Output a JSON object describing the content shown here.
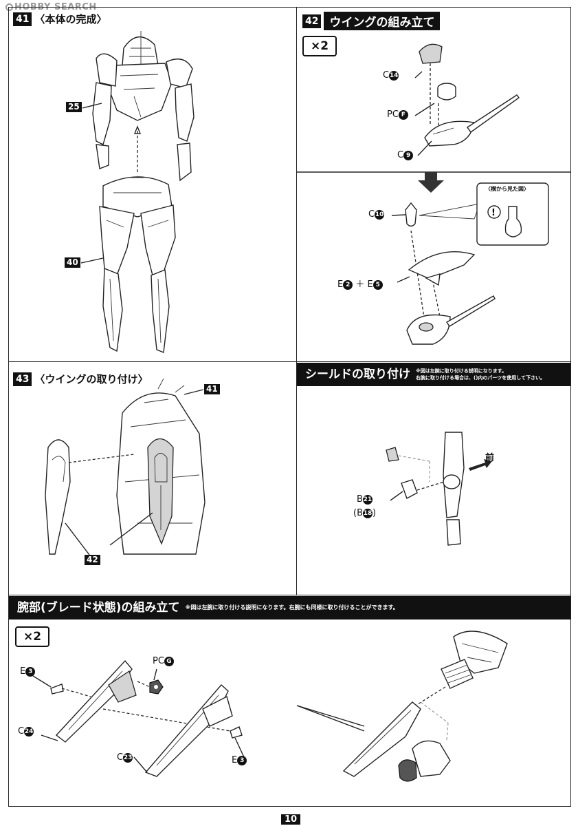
{
  "watermark": "HOBBY SEARCH",
  "page_number": "10",
  "step41": {
    "number": "41",
    "title": "〈本体の完成〉",
    "part_upper": "25",
    "part_lower": "40"
  },
  "step42": {
    "number": "42",
    "title": "ウイングの組み立て",
    "quantity": "×2",
    "parts": {
      "c14": {
        "letter": "C",
        "num": "14"
      },
      "pcf": {
        "letter": "PC",
        "num": "F"
      },
      "c9": {
        "letter": "C",
        "num": "9"
      },
      "c10": {
        "letter": "C",
        "num": "10"
      },
      "e2": {
        "letter": "E",
        "num": "2"
      },
      "plus": "＋",
      "e5": {
        "letter": "E",
        "num": "5"
      }
    },
    "side_view_label": "〈横から見た図〉",
    "warning_icon": "exclamation-circle-icon"
  },
  "step43": {
    "number": "43",
    "title": "〈ウイングの取り付け〉",
    "part_body": "41",
    "part_wing": "42"
  },
  "shield": {
    "title": "シールドの取り付け",
    "note_line1": "※図は左腕に取り付ける説明になります。",
    "note_line2": "右腕に取り付ける場合は、()内のパーツを使用して下さい。",
    "part_b21": {
      "letter": "B",
      "num": "21"
    },
    "part_b18": {
      "open": "(B",
      "num": "18",
      "close": ")"
    },
    "front_label": "前"
  },
  "blade": {
    "title": "腕部(ブレード状態)の組み立て",
    "note": "※図は左腕に取り付ける説明になります。右腕にも同様に取り付けることができます。",
    "quantity": "×2",
    "parts": {
      "e3_top": {
        "letter": "E",
        "num": "3"
      },
      "pcg": {
        "letter": "PC",
        "num": "G"
      },
      "c24": {
        "letter": "C",
        "num": "24"
      },
      "c23": {
        "letter": "C",
        "num": "23"
      },
      "e3_bottom": {
        "letter": "E",
        "num": "3"
      }
    }
  }
}
